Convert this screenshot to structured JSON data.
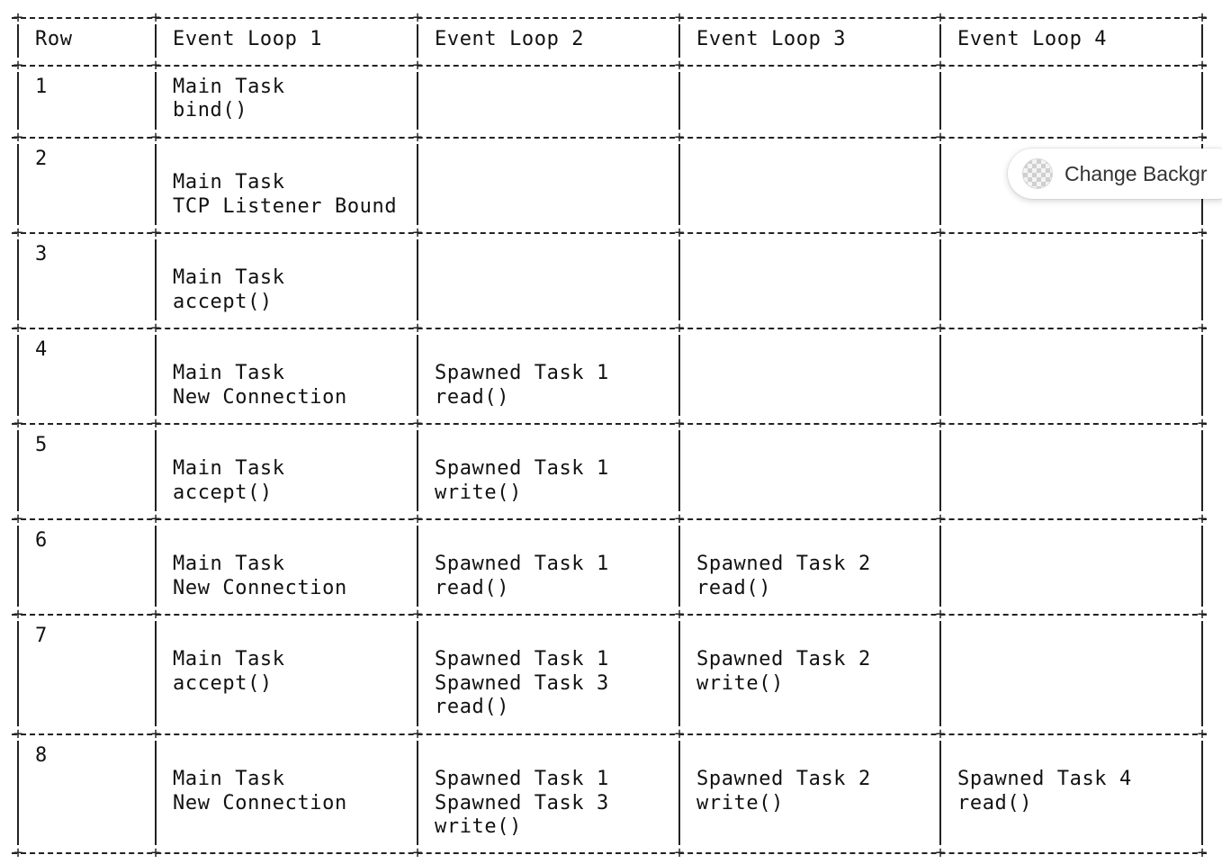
{
  "table": {
    "headers": [
      "Row",
      "Event Loop 1",
      "Event Loop 2",
      "Event Loop 3",
      "Event Loop 4"
    ],
    "rows": [
      {
        "row": "1",
        "loop1": [
          "Main Task",
          "bind()"
        ],
        "loop2": [],
        "loop3": [],
        "loop4": []
      },
      {
        "row": "2",
        "loop1": [
          "",
          "Main Task",
          "TCP Listener Bound"
        ],
        "loop2": [],
        "loop3": [],
        "loop4": []
      },
      {
        "row": "3",
        "loop1": [
          "",
          "Main Task",
          "accept()"
        ],
        "loop2": [],
        "loop3": [],
        "loop4": []
      },
      {
        "row": "4",
        "loop1": [
          "",
          "Main Task",
          "New Connection"
        ],
        "loop2": [
          "",
          "Spawned Task 1",
          "read()"
        ],
        "loop3": [],
        "loop4": []
      },
      {
        "row": "5",
        "loop1": [
          "",
          "Main Task",
          "accept()"
        ],
        "loop2": [
          "",
          "Spawned Task 1",
          "write()"
        ],
        "loop3": [],
        "loop4": []
      },
      {
        "row": "6",
        "loop1": [
          "",
          "Main Task",
          "New Connection"
        ],
        "loop2": [
          "",
          "Spawned Task 1",
          "read()"
        ],
        "loop3": [
          "",
          "Spawned Task 2",
          "read()"
        ],
        "loop4": []
      },
      {
        "row": "7",
        "loop1": [
          "",
          "Main Task",
          "accept()"
        ],
        "loop2": [
          "",
          "Spawned Task 1",
          "Spawned Task 3",
          "read()"
        ],
        "loop3": [
          "",
          "Spawned Task 2",
          "write()"
        ],
        "loop4": []
      },
      {
        "row": "8",
        "loop1": [
          "",
          "Main Task",
          "New Connection"
        ],
        "loop2": [
          "",
          "Spawned Task 1",
          "Spawned Task 3",
          "write()"
        ],
        "loop3": [
          "",
          "Spawned Task 2",
          "write()"
        ],
        "loop4": [
          "",
          "Spawned Task 4",
          "read()"
        ]
      }
    ]
  },
  "background_button": {
    "label": "Change Backgr",
    "icon": "checkerboard-transparency-icon"
  }
}
